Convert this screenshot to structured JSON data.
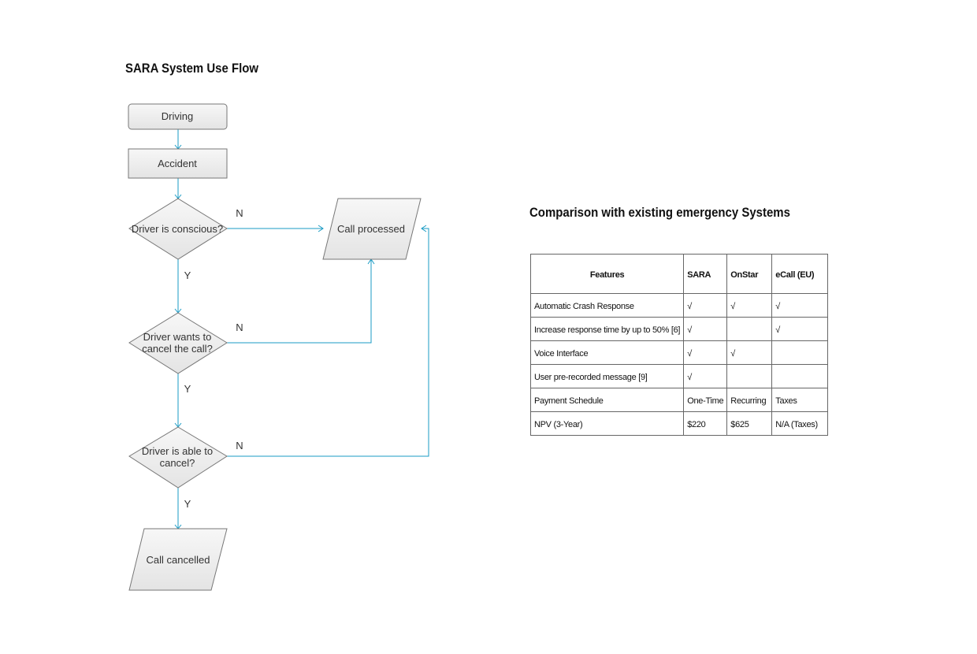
{
  "flow_title": "SARA System Use Flow",
  "table_title": "Comparison with existing emergency Systems",
  "flowchart": {
    "nodes": {
      "driving": [
        "Driving"
      ],
      "accident": [
        "Accident"
      ],
      "conscious": [
        "Driver is conscious?"
      ],
      "cancel_wants": [
        "Driver wants to",
        "cancel the call?"
      ],
      "able_cancel": [
        "Driver is able to",
        "cancel?"
      ],
      "call_processed": [
        "Call processed"
      ],
      "call_cancelled": [
        "Call cancelled"
      ]
    },
    "edge_labels": {
      "conscious_n": "N",
      "conscious_y": "Y",
      "cancel_n": "N",
      "cancel_y": "Y",
      "able_n": "N",
      "able_y": "Y"
    }
  },
  "table": {
    "headers": [
      "Features",
      "SARA",
      "OnStar",
      "eCall (EU)"
    ],
    "rows": [
      [
        "Automatic Crash Response",
        "√",
        "√",
        "√"
      ],
      [
        "Increase response time by up to 50% [6]",
        "√",
        "",
        "√"
      ],
      [
        "Voice Interface",
        "√",
        "√",
        ""
      ],
      [
        "User pre-recorded message [9]",
        "√",
        "",
        ""
      ],
      [
        "Payment Schedule",
        "One-Time",
        "Recurring",
        "Taxes"
      ],
      [
        "NPV (3-Year)",
        "$220",
        "$625",
        "N/A (Taxes)"
      ]
    ]
  }
}
